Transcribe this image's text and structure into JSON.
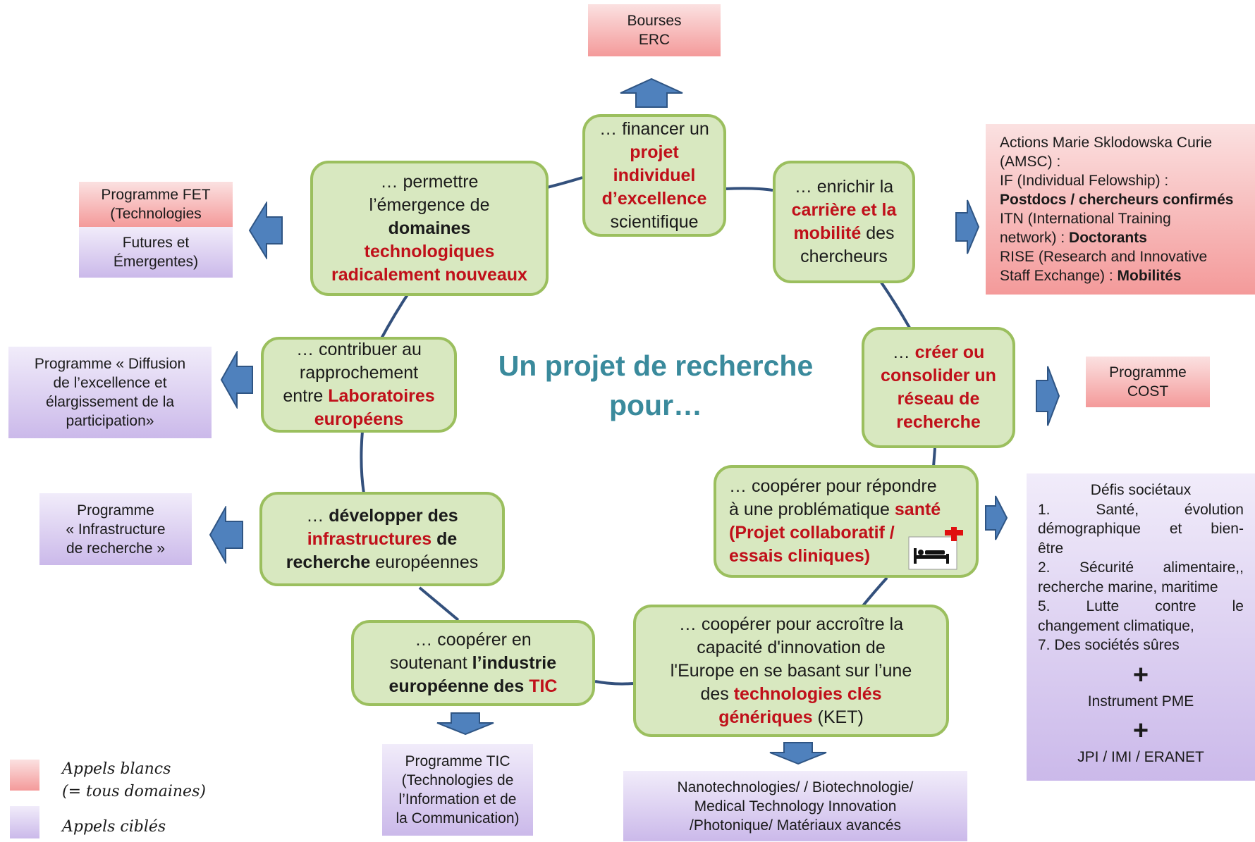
{
  "title": [
    "Un projet de recherche",
    "pour…"
  ],
  "center_nodes": {
    "financer": [
      [
        "… financer un"
      ],
      [
        "projet"
      ],
      [
        "individuel"
      ],
      [
        "d’excellence"
      ],
      [
        "scientifique"
      ]
    ],
    "enrichir": [
      "…  enrichir la",
      "carrière et la",
      "mobilité",
      " des",
      "chercheurs"
    ],
    "permettre": [
      "…  permettre",
      "l’émergence de",
      "domaines",
      "technologiques",
      "radicalement nouveaux"
    ],
    "contribuer": [
      "…  contribuer au",
      "rapprochement",
      "entre ",
      "Laboratoires",
      "européens"
    ],
    "reseau": [
      "… ",
      "créer ou",
      "consolider un",
      "réseau de",
      "recherche"
    ],
    "developper": [
      "…  ",
      "développer des",
      "infrastructures",
      "  de",
      "recherche",
      " européennes"
    ],
    "sante": [
      "…  coopérer pour répondre",
      "à une problématique ",
      "santé",
      "(Projet collaboratif /",
      "essais cliniques)"
    ],
    "tic": [
      "…  coopérer  en",
      "soutenant ",
      "l’industrie",
      "européenne des ",
      "TIC"
    ],
    "ket": [
      "…  coopérer pour accroître la",
      "capacité d'innovation de",
      "l'Europe en se basant sur l’une",
      "des ",
      "technologies clés",
      "génériques",
      " (KET)"
    ]
  },
  "programs": {
    "erc": [
      "Bourses",
      "ERC"
    ],
    "fet_top": [
      "Programme FET",
      "(Technologies"
    ],
    "fet_bottom": [
      "Futures et",
      "Émergentes)"
    ],
    "amsc": {
      "l1": "Actions Marie Sklodowska Curie",
      "l2": "(AMSC) :",
      "l3": "IF (Individual Felowship) :",
      "l4": "Postdocs / chercheurs confirmés",
      "l5": "ITN (International Training",
      "l6a": "network) : ",
      "l6b": "Doctorants",
      "l7": "RISE (Research and Innovative",
      "l8a": "Staff Exchange) : ",
      "l8b": "Mobilités"
    },
    "cost": [
      "Programme",
      "COST"
    ],
    "diffusion": [
      "Programme « Diffusion",
      "de l’excellence et",
      "élargissement  de la",
      "participation»"
    ],
    "infra": [
      "Programme",
      "« Infrastructure",
      "de recherche »"
    ],
    "tic": [
      "Programme TIC",
      "(Technologies de",
      "l’Information et de",
      "la Communication)"
    ],
    "nano": [
      "Nanotechnologies/ / Biotechnologie/",
      "Medical Technology Innovation",
      "/Photonique/ Matériaux avancés"
    ],
    "defis": {
      "title": "Défis sociétaux",
      "r1": [
        "1.",
        "Santé,",
        "évolution"
      ],
      "r2": [
        "démographique",
        "et",
        "bien-"
      ],
      "r3": "être",
      "r4": [
        "2.",
        "Sécurité",
        "alimentaire,,"
      ],
      "r5": "recherche marine, maritime",
      "r6": [
        "5.",
        "Lutte",
        "contre",
        "le"
      ],
      "r7": "changement climatique,",
      "r8": "7. Des sociétés sûres",
      "plus1": "+",
      "pme": "Instrument PME",
      "plus2": "+",
      "jpi": "JPI / IMI / ERANET"
    }
  },
  "legend": {
    "white_calls": [
      "Appels blancs",
      "(= tous domaines)"
    ],
    "targeted_calls": "Appels ciblés"
  },
  "colors": {
    "node_fill": "#d8e8c0",
    "node_border": "#9bbf5e",
    "highlight_red": "#c0101a",
    "title_teal": "#3a8a9c",
    "ring_line": "#33507c",
    "arrow_fill": "#4f81bd",
    "pink_box": "#f49a9a",
    "purple_box": "#cbb9ea"
  }
}
